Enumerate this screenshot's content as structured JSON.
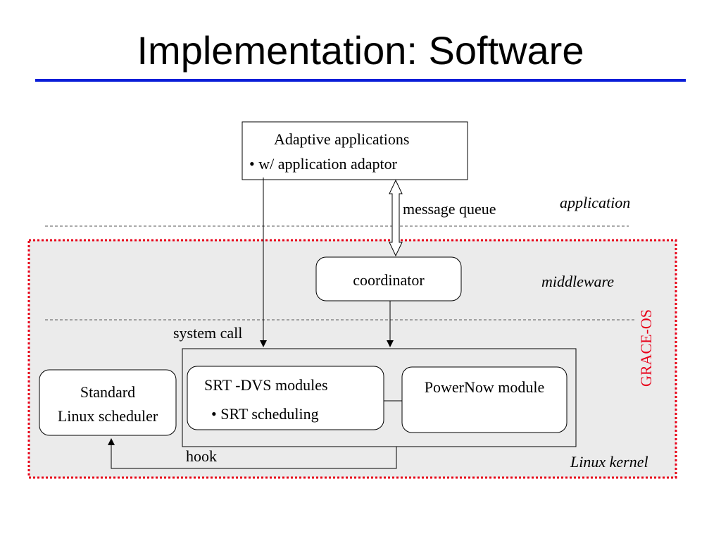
{
  "title": "Implementation: Software",
  "colors": {
    "title_rule": "#0a1ed8",
    "grace_border": "#e8001a",
    "grace_fill": "#ebebeb",
    "grace_label": "#e8001a"
  },
  "layers": {
    "application": "application",
    "middleware": "middleware",
    "linux_kernel": "Linux kernel",
    "grace_os": "GRACE-OS"
  },
  "boxes": {
    "adaptive_apps": {
      "line1": "Adaptive applications",
      "line2": "• w/ application adaptor"
    },
    "coordinator": "coordinator",
    "standard_scheduler": {
      "line1": "Standard",
      "line2": "Linux scheduler"
    },
    "srt_dvs": {
      "line1": "SRT -DVS modules",
      "line2": "• SRT scheduling"
    },
    "powernow": "PowerNow module"
  },
  "edge_labels": {
    "message_queue": "message queue",
    "system_call": "system call",
    "hook": "hook"
  }
}
